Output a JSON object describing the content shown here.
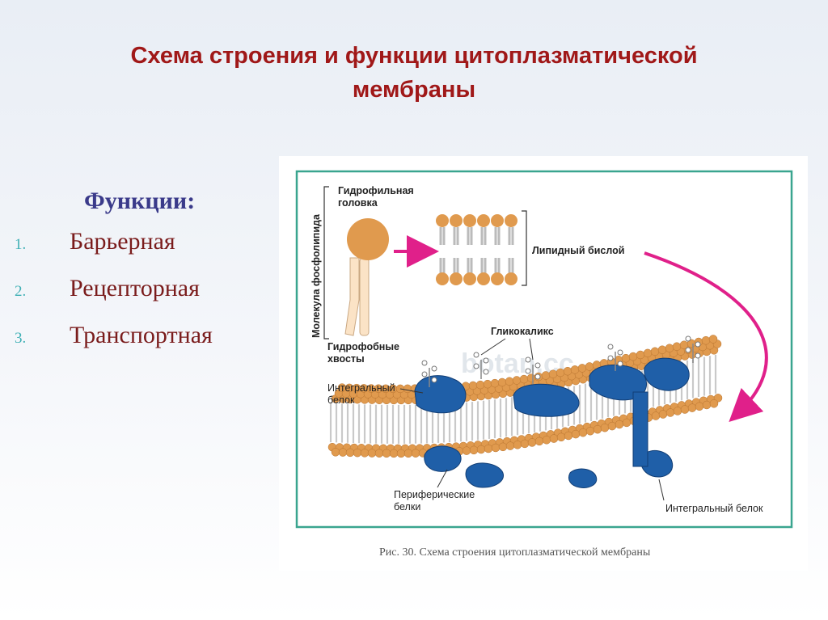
{
  "slide": {
    "title_line1": "Схема строения  и функции цитоплазматической",
    "title_line2": "мембраны",
    "functions_heading": "Функции:",
    "functions": [
      {
        "num": "1.",
        "label": "Барьерная"
      },
      {
        "num": "2.",
        "label": "Рецепторная"
      },
      {
        "num": "3.",
        "label": "Транспортная"
      }
    ]
  },
  "diagram": {
    "vertical_label": "Молекула фосфолипида",
    "hydrophilic_head_l1": "Гидрофильная",
    "hydrophilic_head_l2": "головка",
    "lipid_bilayer": "Липидный бислой",
    "glycocalyx": "Гликокаликс",
    "hydrophobic_tails_l1": "Гидрофобные",
    "hydrophobic_tails_l2": "хвосты",
    "integral_protein_l1": "Интегральный",
    "integral_protein_l2": "белок",
    "peripheral_proteins_l1": "Периферические",
    "peripheral_proteins_l2": "белки",
    "integral_protein_right": "Интегральный белок",
    "caption": "Рис. 30. Схема строения цитоплазматической мембраны",
    "watermark": "botan.cc"
  },
  "colors": {
    "title": "#a01818",
    "functions_heading": "#3a3a8a",
    "list_number": "#3fb0b5",
    "list_text": "#7a1c1c",
    "frame": "#3aa58f",
    "lipid_head": "#e09a4e",
    "protein": "#1f5fa8",
    "arrow": "#e0208a"
  }
}
